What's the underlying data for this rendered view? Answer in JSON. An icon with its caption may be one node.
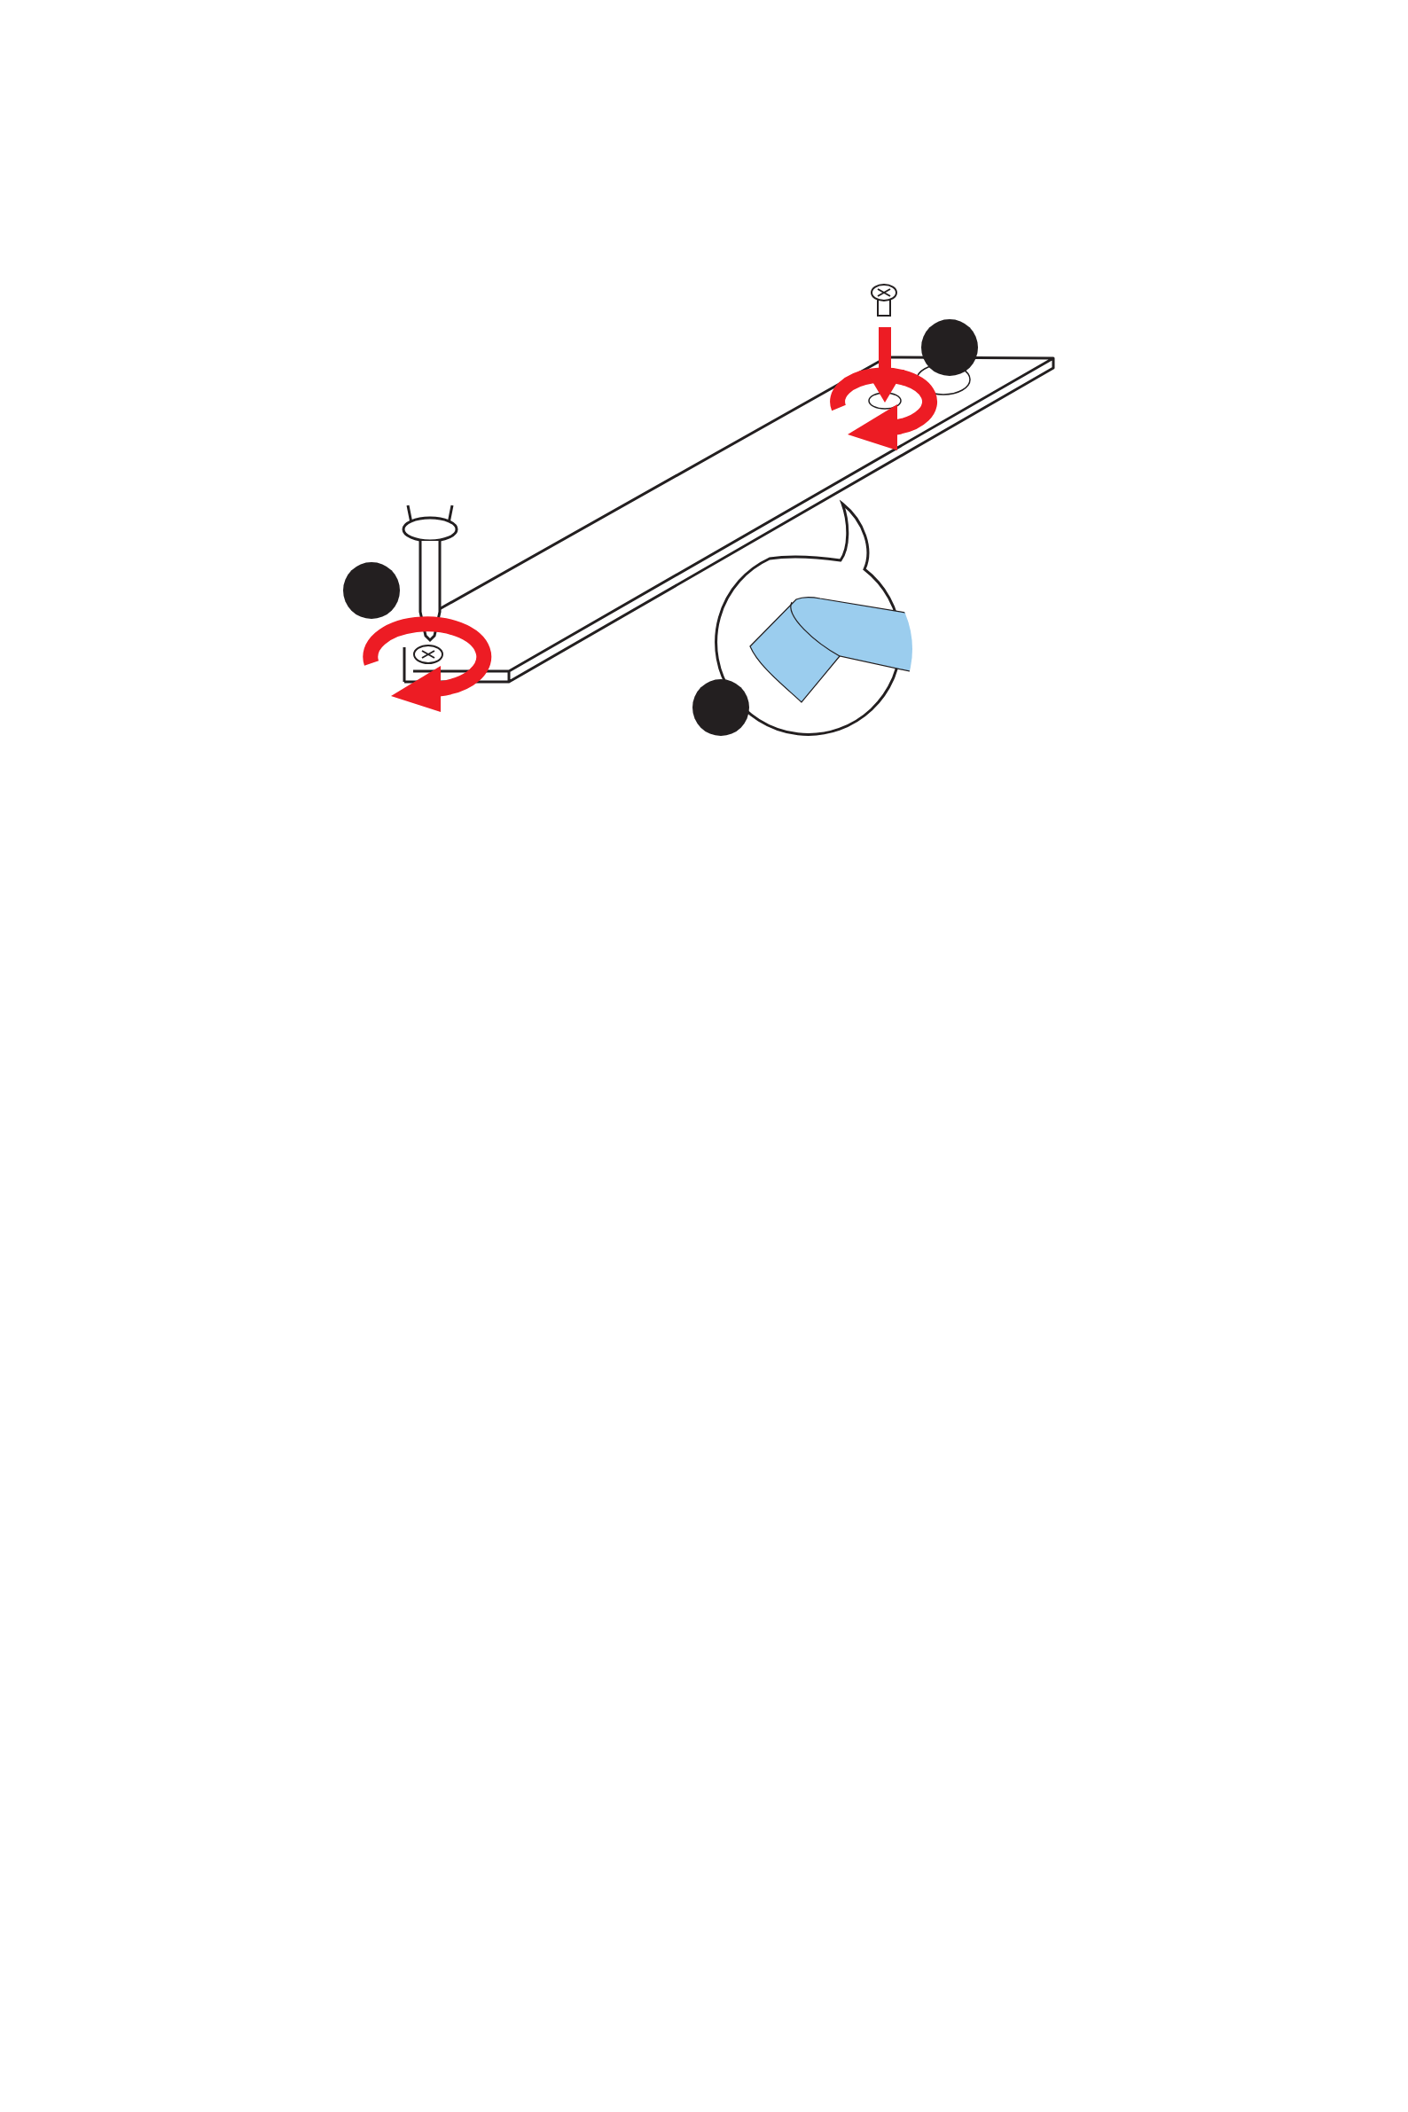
{
  "diagram": {
    "nodes": [
      {
        "text": [],
        "shape": "circle"
      },
      {
        "text": [],
        "shape": "circle"
      },
      {
        "text": [],
        "shape": "circle"
      }
    ]
  }
}
